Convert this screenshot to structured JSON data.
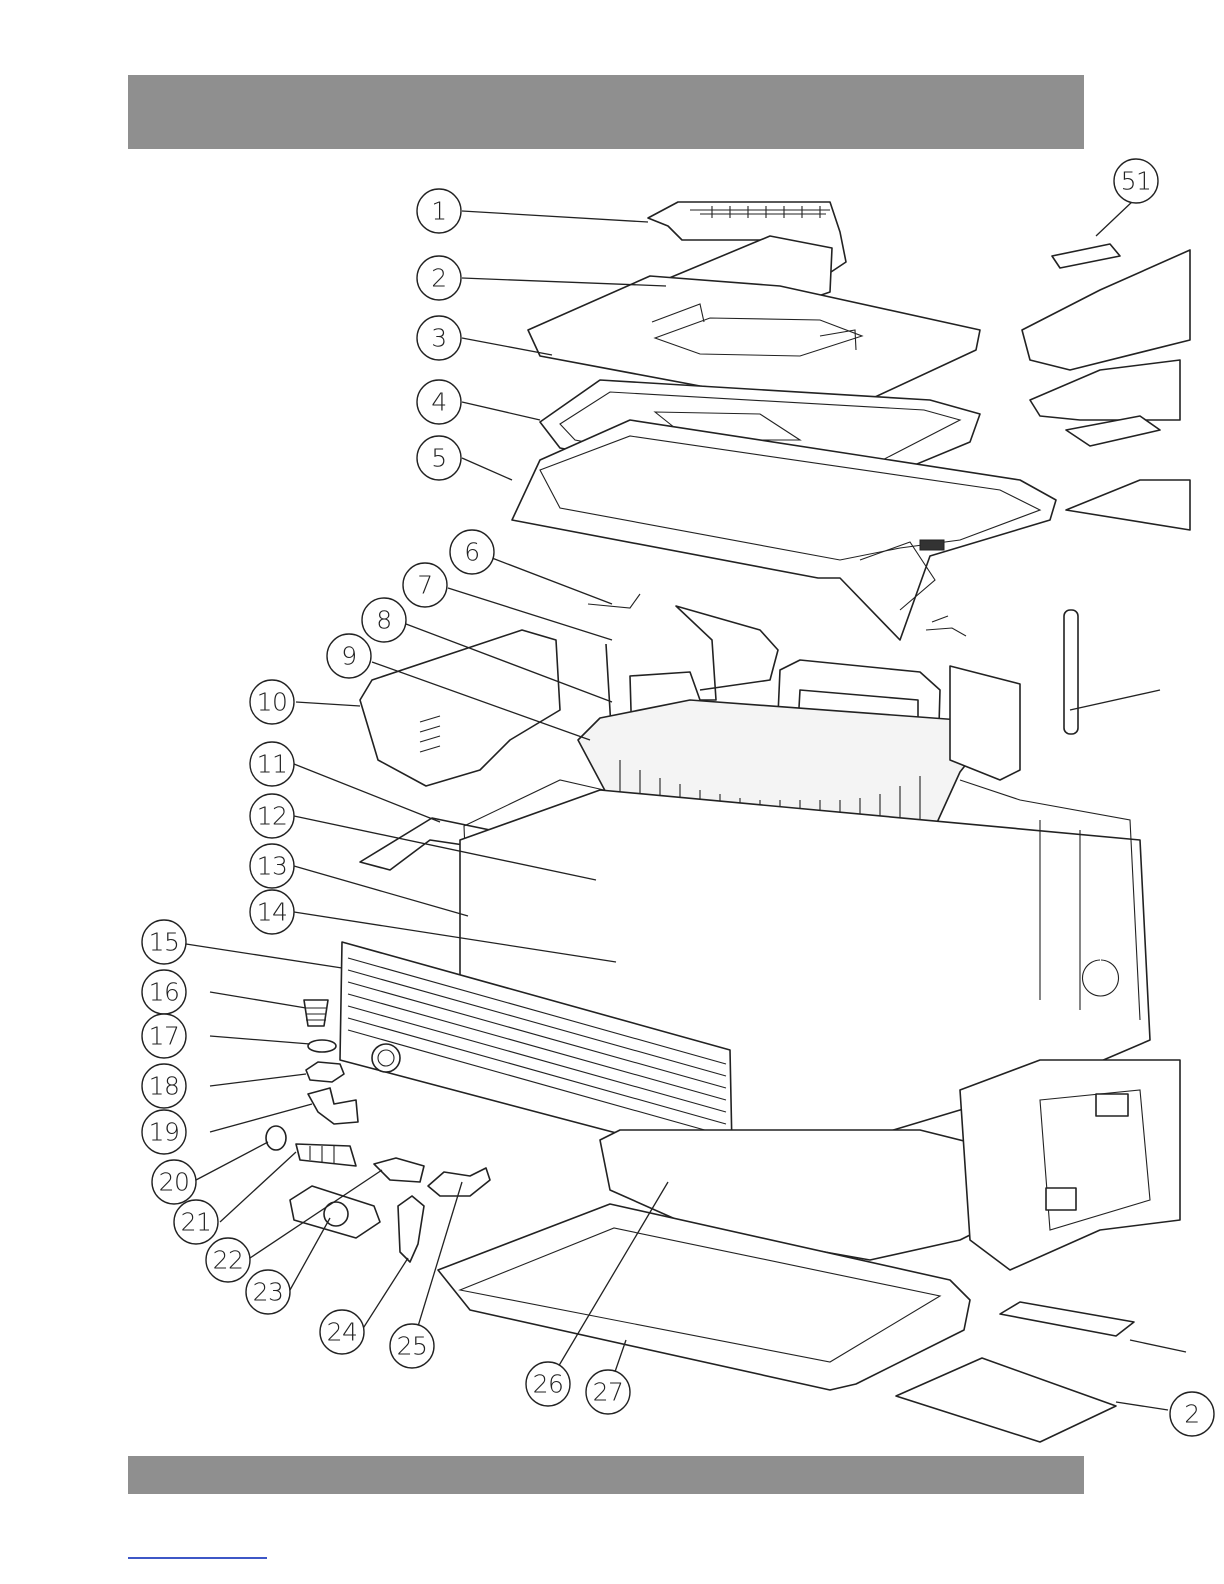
{
  "header_bar": {
    "color": "#8f8f8f"
  },
  "footer_bar": {
    "color": "#8f8f8f"
  },
  "footer_link_rule": {
    "color": "#3d57c7"
  },
  "callouts": [
    "1",
    "2",
    "3",
    "4",
    "5",
    "6",
    "7",
    "8",
    "9",
    "10",
    "11",
    "12",
    "13",
    "14",
    "15",
    "16",
    "17",
    "18",
    "19",
    "20",
    "21",
    "22",
    "23",
    "24",
    "25",
    "26",
    "27",
    "51",
    "2"
  ]
}
